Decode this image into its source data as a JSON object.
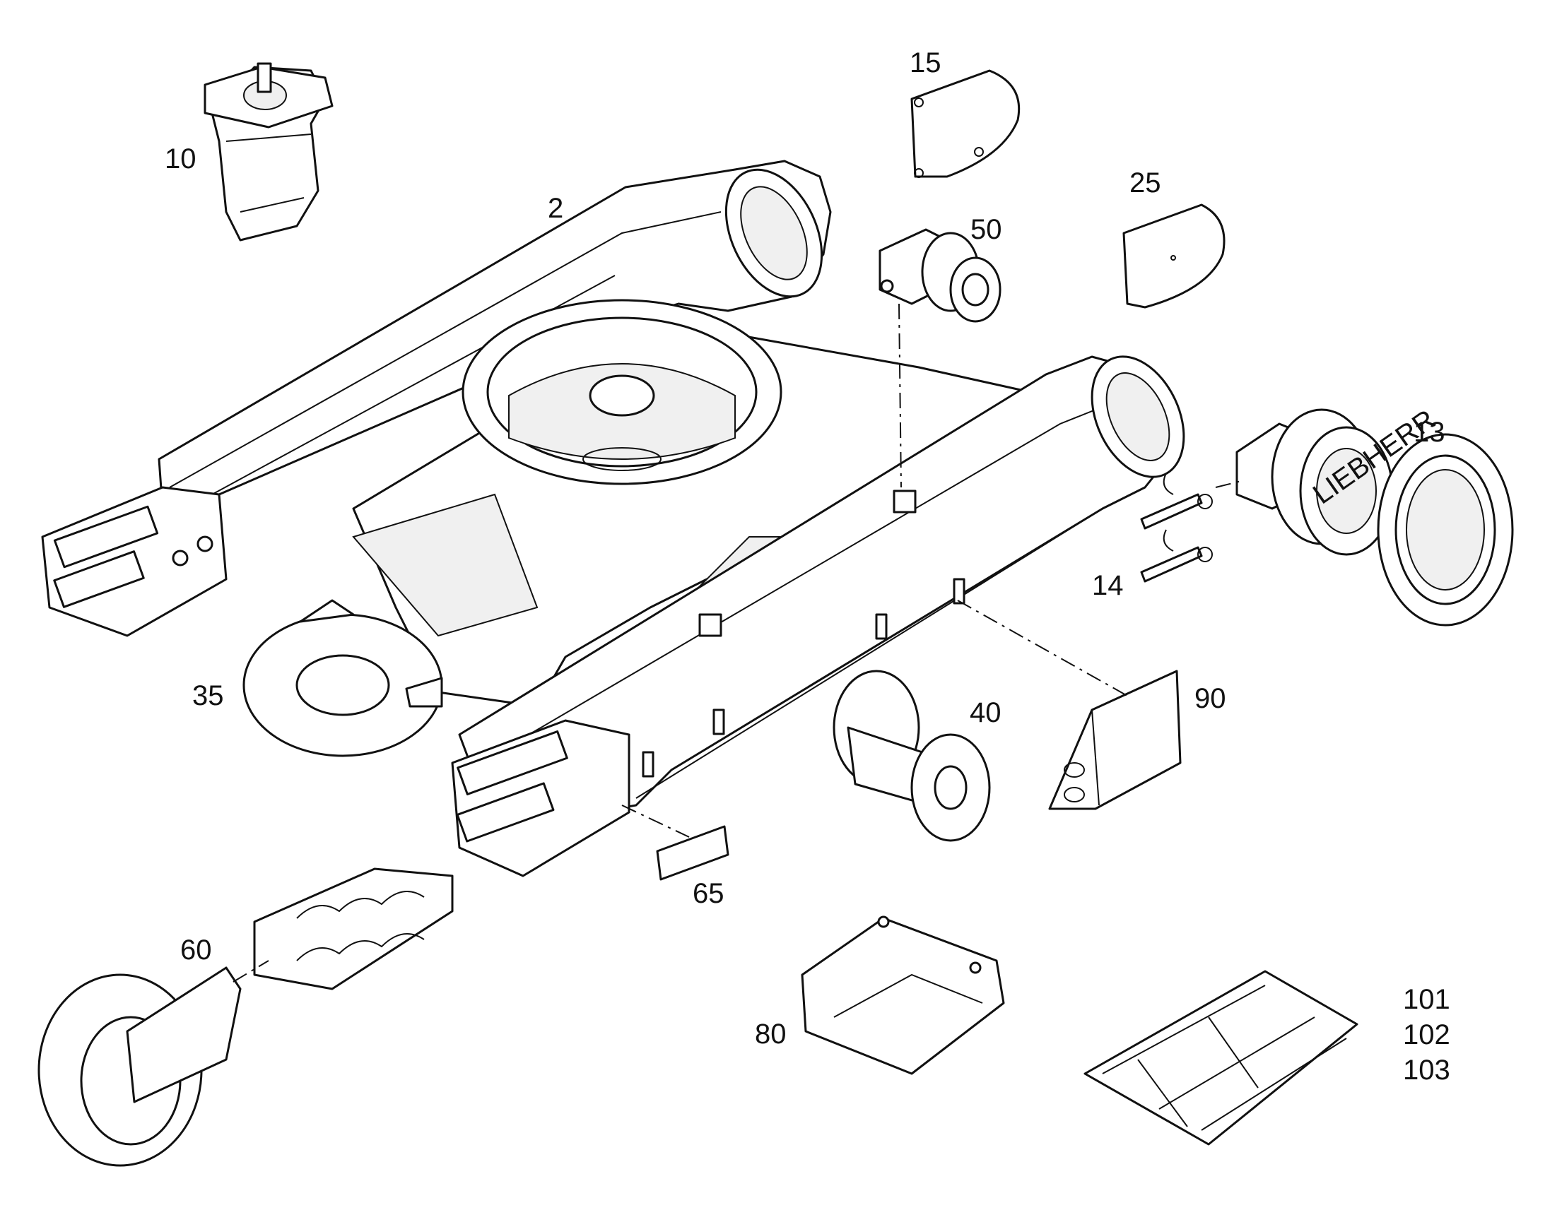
{
  "colors": {
    "line": "#111111",
    "background": "#ffffff",
    "shade": "#f0f0f0"
  },
  "callouts": {
    "c2": "2",
    "c10": "10",
    "c13": "13",
    "c14": "14",
    "c15": "15",
    "c25": "25",
    "c35": "35",
    "c40": "40",
    "c50": "50",
    "c60": "60",
    "c65": "65",
    "c80": "80",
    "c90": "90",
    "c101": "101",
    "c102": "102",
    "c103": "103"
  }
}
